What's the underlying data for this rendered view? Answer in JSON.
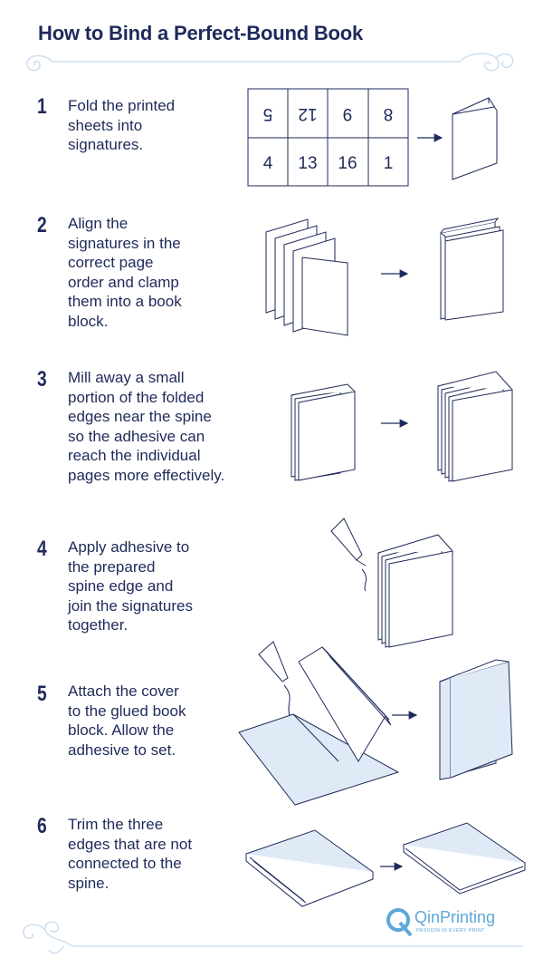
{
  "title": "How to Bind a Perfect-Bound Book",
  "colors": {
    "ink": "#1f2a5a",
    "fill": "#dfeaf6",
    "ornament": "#cfe0f0",
    "brand": "#5da8d8"
  },
  "steps": [
    {
      "number": "1",
      "text": "Fold the printed\nsheets into\nsignatures."
    },
    {
      "number": "2",
      "text": "Align the\nsignatures in the\ncorrect page\norder and clamp\nthem into a book\nblock."
    },
    {
      "number": "3",
      "text": "Mill away a small\nportion of the folded\nedges near the spine\nso the adhesive can\nreach the individual\npages more effectively."
    },
    {
      "number": "4",
      "text": "Apply adhesive to\nthe prepared\nspine edge and\njoin the signatures\ntogether."
    },
    {
      "number": "5",
      "text": "Attach the cover\nto the glued book\nblock. Allow the\nadhesive to set."
    },
    {
      "number": "6",
      "text": "Trim the three\nedges that are not\nconnected to the\nspine."
    }
  ],
  "signature_grid": {
    "top_row": [
      "5",
      "12",
      "9",
      "8"
    ],
    "bottom_row": [
      "4",
      "13",
      "16",
      "1"
    ]
  },
  "logo": {
    "name": "QinPrinting",
    "tagline": "PASSION IN EVERY PRINT"
  }
}
